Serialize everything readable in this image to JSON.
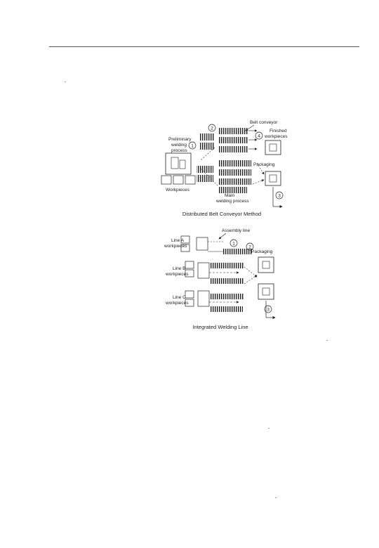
{
  "top": {
    "label_belt_conveyor": "Belt conveyor",
    "label_finished": "Finished",
    "label_workpieces": "workpieces",
    "label_prelim_1": "Preliminary",
    "label_prelim_2": "welding",
    "label_prelim_3": "process",
    "label_packaging": "Packaging",
    "label_workpieces_left": "Workpieces",
    "label_main_1": "Main",
    "label_main_2": "welding process",
    "caption": "Distributed Belt Conveyor Method",
    "markers": [
      "2",
      "1",
      "4",
      "3"
    ]
  },
  "bottom": {
    "label_assembly": "Assembly line",
    "label_packaging": "Packaging",
    "label_line_a_1": "Line A",
    "label_line_a_2": "workpieces",
    "label_line_b_1": "Line B",
    "label_line_b_2": "workpieces",
    "label_line_c_1": "Line C",
    "label_line_c_2": "workpieces",
    "caption": "Integrated Welding Line",
    "markers": [
      "1",
      "2",
      "3"
    ]
  },
  "colors": {
    "ink": "#222222",
    "rule": "#555555"
  }
}
